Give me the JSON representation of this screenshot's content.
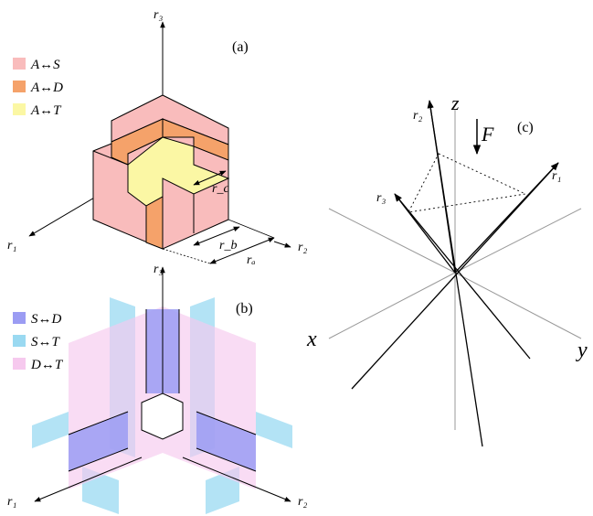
{
  "panel_a": {
    "tag": "(a)",
    "legend": [
      {
        "text": "A↔S",
        "color": "#f9bcbc"
      },
      {
        "text": "A↔D",
        "color": "#f5a26a"
      },
      {
        "text": "A↔T",
        "color": "#fbf7a4"
      }
    ],
    "axes": {
      "r1": "r₁",
      "r2": "r₂",
      "r3": "r₃"
    },
    "dims": {
      "ra": "rₐ",
      "rb": "r_b",
      "rc": "r_c"
    }
  },
  "panel_b": {
    "tag": "(b)",
    "legend": [
      {
        "text": "S↔D",
        "color": "#9b9cf3"
      },
      {
        "text": "S↔T",
        "color": "#9ad9f1"
      },
      {
        "text": "D↔T",
        "color": "#f6c9ee"
      }
    ],
    "axes": {
      "r1": "r₁",
      "r2": "r₂",
      "r3": "r₃"
    }
  },
  "panel_c": {
    "tag": "(c)",
    "axes": {
      "x": "x",
      "y": "y",
      "z": "z",
      "r1": "r₁",
      "r2": "r₂",
      "r3": "r₃"
    },
    "force": "F"
  }
}
